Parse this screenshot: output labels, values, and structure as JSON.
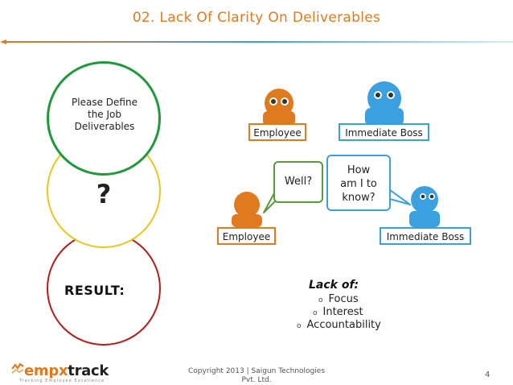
{
  "slide": {
    "title": "02. Lack Of Clarity On Deliverables",
    "page_number": "4",
    "copyright_line1": "Copyright 2013 | Saigun Technologies",
    "copyright_line2": "Pvt. Ltd."
  },
  "circles": {
    "define_line1": "Please Define",
    "define_line2": "the Job",
    "define_line3": "Deliverables",
    "question": "?",
    "result": "RESULT:"
  },
  "people": {
    "top_employee_label": "Employee",
    "top_boss_label": "Immediate Boss",
    "bottom_employee_label": "Employee",
    "bottom_boss_label": "Immediate Boss"
  },
  "bubbles": {
    "well": "Well?",
    "how_line1": "How",
    "how_line2": "am I to",
    "how_line3": "know?"
  },
  "lack": {
    "heading": "Lack of:",
    "items": [
      "Focus",
      "Interest",
      "Accountability"
    ]
  },
  "logo": {
    "brand_prefix": "empx",
    "brand_suffix": "track",
    "tagline": "Tracking Employee Excellence"
  },
  "colors": {
    "accent_orange": "#e07a1f",
    "accent_blue": "#3aa0e0",
    "green": "#1f9a3a",
    "yellow": "#e8c81e",
    "red": "#b51d1d"
  }
}
